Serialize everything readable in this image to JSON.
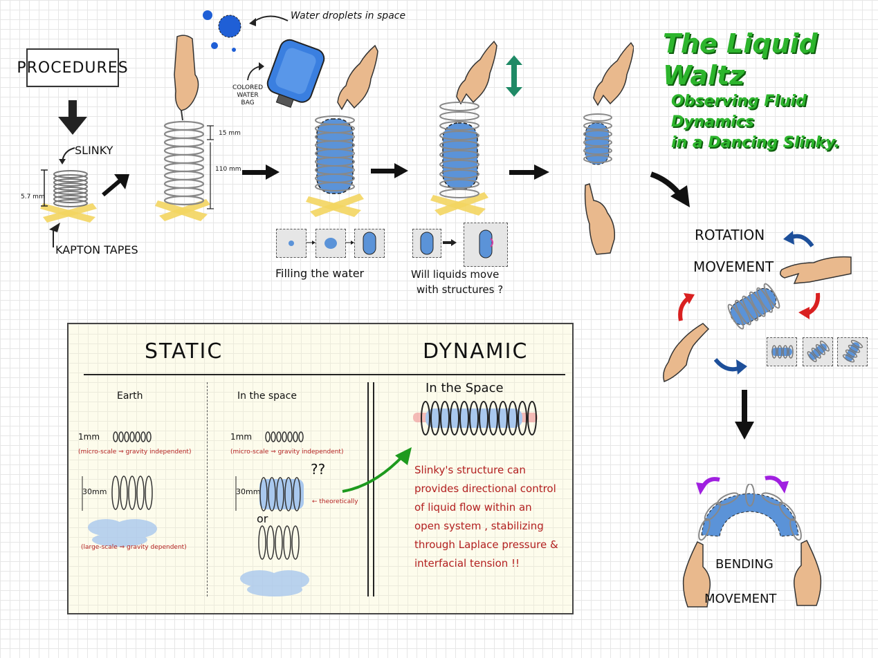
{
  "procedures": "PROCEDURES",
  "labels": {
    "slinky": "SLINKY",
    "kapton_tapes": "KAPTON TAPES",
    "dim_57": "5.7 mm",
    "dim_15": "15 mm",
    "dim_110": "110 mm",
    "water_droplets": "Water droplets in space",
    "colored_water_bag": [
      "COLORED",
      "WATER",
      "BAG"
    ],
    "filling_the_water": "Filling the water",
    "will_liquids_move_1": "Will liquids move",
    "will_liquids_move_2": "with structures ?",
    "rotation": "ROTATION",
    "rotation_movement": "MOVEMENT",
    "bending": "BENDING",
    "bending_movement": "MOVEMENT"
  },
  "title": {
    "main": "The Liquid Waltz",
    "sub1": "Observing Fluid Dynamics",
    "sub2": "in a Dancing Slinky."
  },
  "panel": {
    "static": "STATIC",
    "dynamic": "DYNAMIC",
    "earth": "Earth",
    "in_the_space": "In the space",
    "in_the_space_dynamic": "In the Space",
    "one_mm": "1mm",
    "thirty_mm": "30mm",
    "micro_scale": "(micro-scale ⇒ gravity independent)",
    "large_scale": "(large-scale ⇒ gravity dependent)",
    "qq": "??",
    "or": "or",
    "theoretically": "← theoretically",
    "note_lines": [
      "Slinky's structure can",
      "provides directional control",
      "of liquid flow within an",
      "open system , stabilizing",
      "through Laplace pressure &",
      "interfacial tension !!"
    ]
  },
  "colors": {
    "water_blue": "#5b93d8",
    "tape_yellow": "#f3d560",
    "title_green": "#2db52d",
    "note_red": "#b32020",
    "arrow_red": "#d92020",
    "arrow_blue": "#1d4f9a",
    "arrow_purple": "#a020e0",
    "arrow_teal": "#1f8a66"
  },
  "icons": [
    "hand-icon",
    "arrow-icon",
    "slinky-icon",
    "water-bag-icon",
    "droplet-icon"
  ]
}
